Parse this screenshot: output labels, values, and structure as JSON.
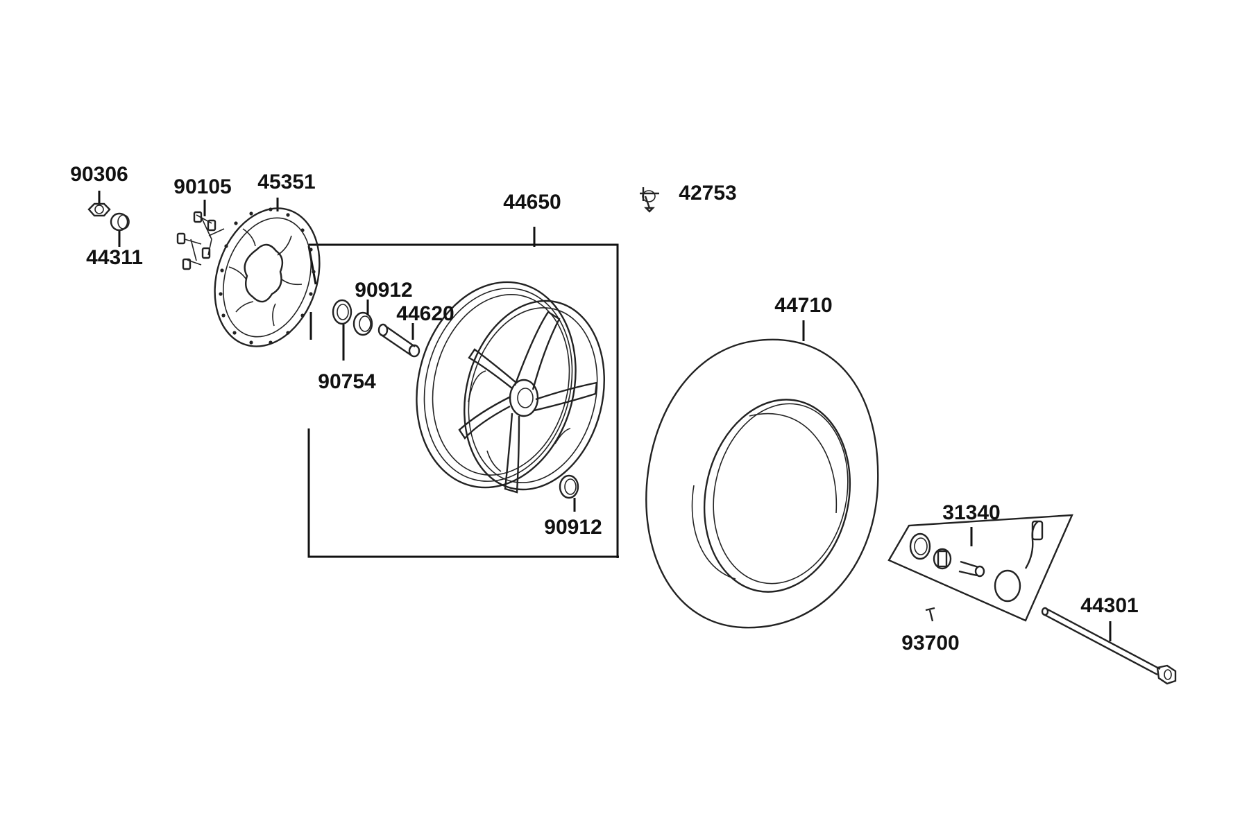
{
  "diagram": {
    "colors": {
      "ink": "#111111",
      "background": "#ffffff"
    },
    "parts": {
      "p90306": "90306",
      "p44311": "44311",
      "p90105": "90105",
      "p45351": "45351",
      "p44650": "44650",
      "p42753": "42753",
      "p90912a": "90912",
      "p44620": "44620",
      "p90754": "90754",
      "p90912b": "90912",
      "p44710": "44710",
      "p31340": "31340",
      "p44301": "44301",
      "p93700": "93700"
    }
  }
}
